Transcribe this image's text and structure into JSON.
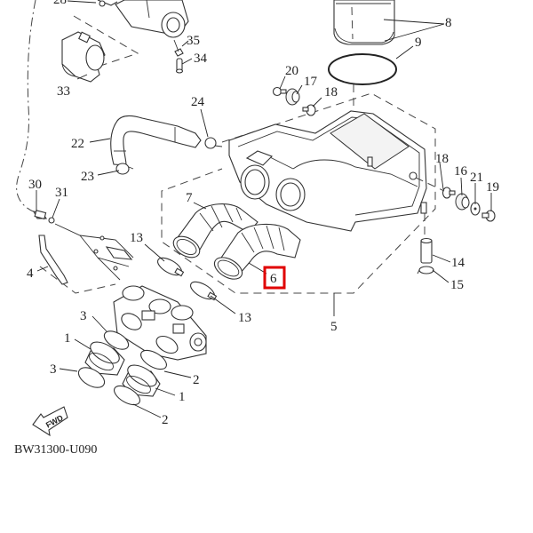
{
  "diagram": {
    "title": "Air cleaner / intake parts exploded view",
    "drawing_code": "BW31300-U090",
    "fwd_arrow_label": "FWD",
    "highlight_color": "#e00000",
    "highlighted_part": "6",
    "callouts": {
      "p1a": "1",
      "p1b": "1",
      "p2a": "2",
      "p2b": "2",
      "p3a": "3",
      "p3b": "3",
      "p4": "4",
      "p5": "5",
      "p6": "6",
      "p7": "7",
      "p8": "8",
      "p9": "9",
      "p13a": "13",
      "p13b": "13",
      "p14": "14",
      "p15": "15",
      "p16": "16",
      "p17": "17",
      "p18a": "18",
      "p18b": "18",
      "p19": "19",
      "p20": "20",
      "p21": "21",
      "p22": "22",
      "p23": "23",
      "p24": "24",
      "p28": "28",
      "p30": "30",
      "p31": "31",
      "p33": "33",
      "p34": "34",
      "p35": "35"
    }
  }
}
